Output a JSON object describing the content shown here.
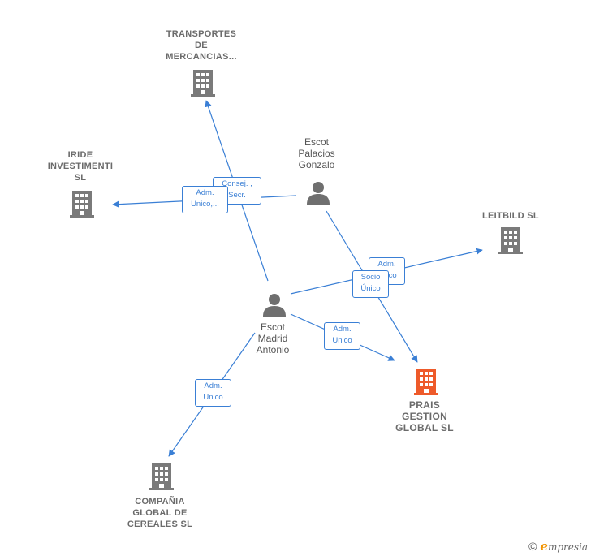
{
  "colors": {
    "edge": "#3a7fd5",
    "company_icon": "#7a7a7a",
    "focus_company_icon": "#ee5a2a",
    "person_icon": "#6f6f6f"
  },
  "nodes": {
    "transportes": {
      "label": "TRANSPORTES\nDE\nMERCANCIAS...",
      "icon": "building-icon"
    },
    "iride": {
      "label": "IRIDE\nINVESTIMENTI\nSL",
      "icon": "building-icon"
    },
    "leitbild": {
      "label": "LEITBILD SL",
      "icon": "building-icon"
    },
    "prais": {
      "label": "PRAIS\nGESTION\nGLOBAL  SL",
      "icon": "building-icon"
    },
    "compania": {
      "label": "COMPAÑIA\nGLOBAL DE\nCEREALES  SL",
      "icon": "building-icon"
    },
    "escot_palacios": {
      "label": "Escot\nPalacios\nGonzalo",
      "icon": "person-icon"
    },
    "escot_madrid": {
      "label": "Escot\nMadrid\nAntonio",
      "icon": "person-icon"
    }
  },
  "edge_labels": {
    "consej": "Consej. ,\nSecr.",
    "adm_iride": "Adm.\nUnico,...",
    "adm_leitbild": "Adm.\nUnico",
    "socio": "Socio\nÚnico",
    "adm_prais": "Adm.\nUnico",
    "adm_compania": "Adm.\nUnico"
  },
  "footer": {
    "copyright": "©",
    "brand_initial": "e",
    "brand_rest": "mpresia"
  }
}
